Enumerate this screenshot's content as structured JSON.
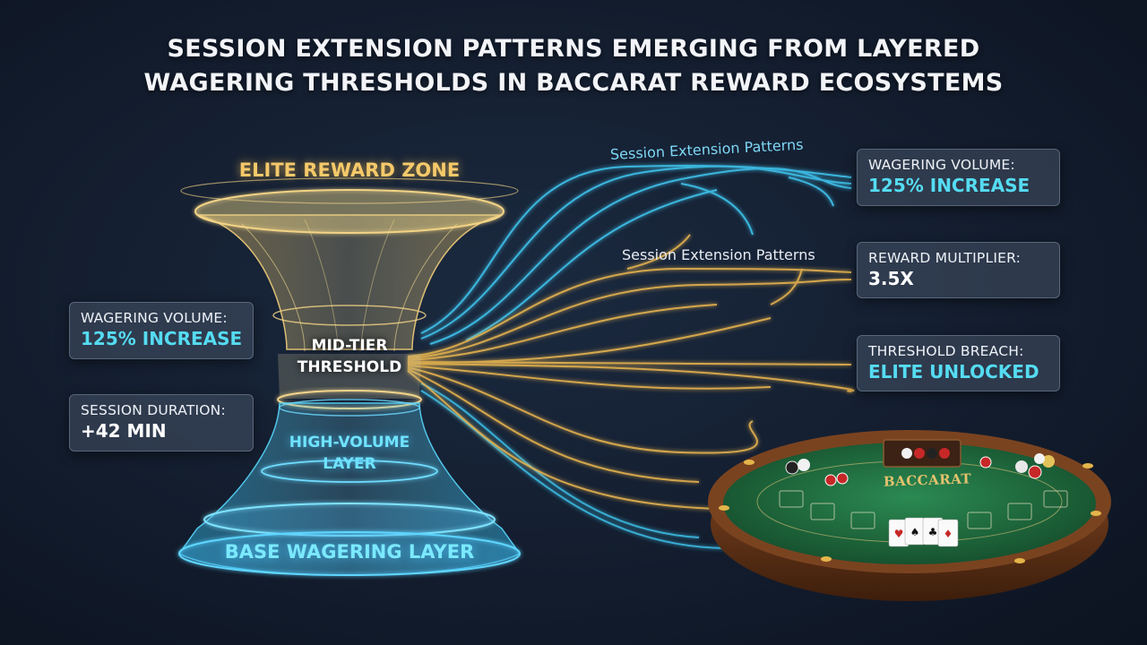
{
  "title": {
    "line1": "SESSION EXTENSION PATTERNS EMERGING FROM LAYERED",
    "line2": "WAGERING THRESHOLDS IN BACCARAT REWARD ECOSYSTEMS"
  },
  "funnel": {
    "elite": "ELITE REWARD ZONE",
    "mid": [
      "MID-TIER",
      "THRESHOLD"
    ],
    "high": [
      "HIGH-VOLUME",
      "LAYER"
    ],
    "base": "BASE WAGERING LAYER"
  },
  "flows": {
    "top_label": "Session Extension Patterns",
    "mid_label": "Session Extension Patterns"
  },
  "cards_right": [
    {
      "key": "WAGERING VOLUME:",
      "value": "125% INCREASE"
    },
    {
      "key": "REWARD MULTIPLIER:",
      "value": "3.5X"
    },
    {
      "key": "THRESHOLD BREACH:",
      "value": "ELITE UNLOCKED"
    }
  ],
  "cards_left": [
    {
      "key": "WAGERING VOLUME:",
      "value": "125% INCREASE"
    },
    {
      "key": "SESSION DURATION:",
      "value": "+42 MIN"
    }
  ],
  "table": {
    "label": "BACCARAT"
  },
  "colors": {
    "gold": "#f5c96a",
    "cyan": "#55dcf2",
    "felt": "#1f6a3e",
    "rim": "#6b3a1e"
  }
}
